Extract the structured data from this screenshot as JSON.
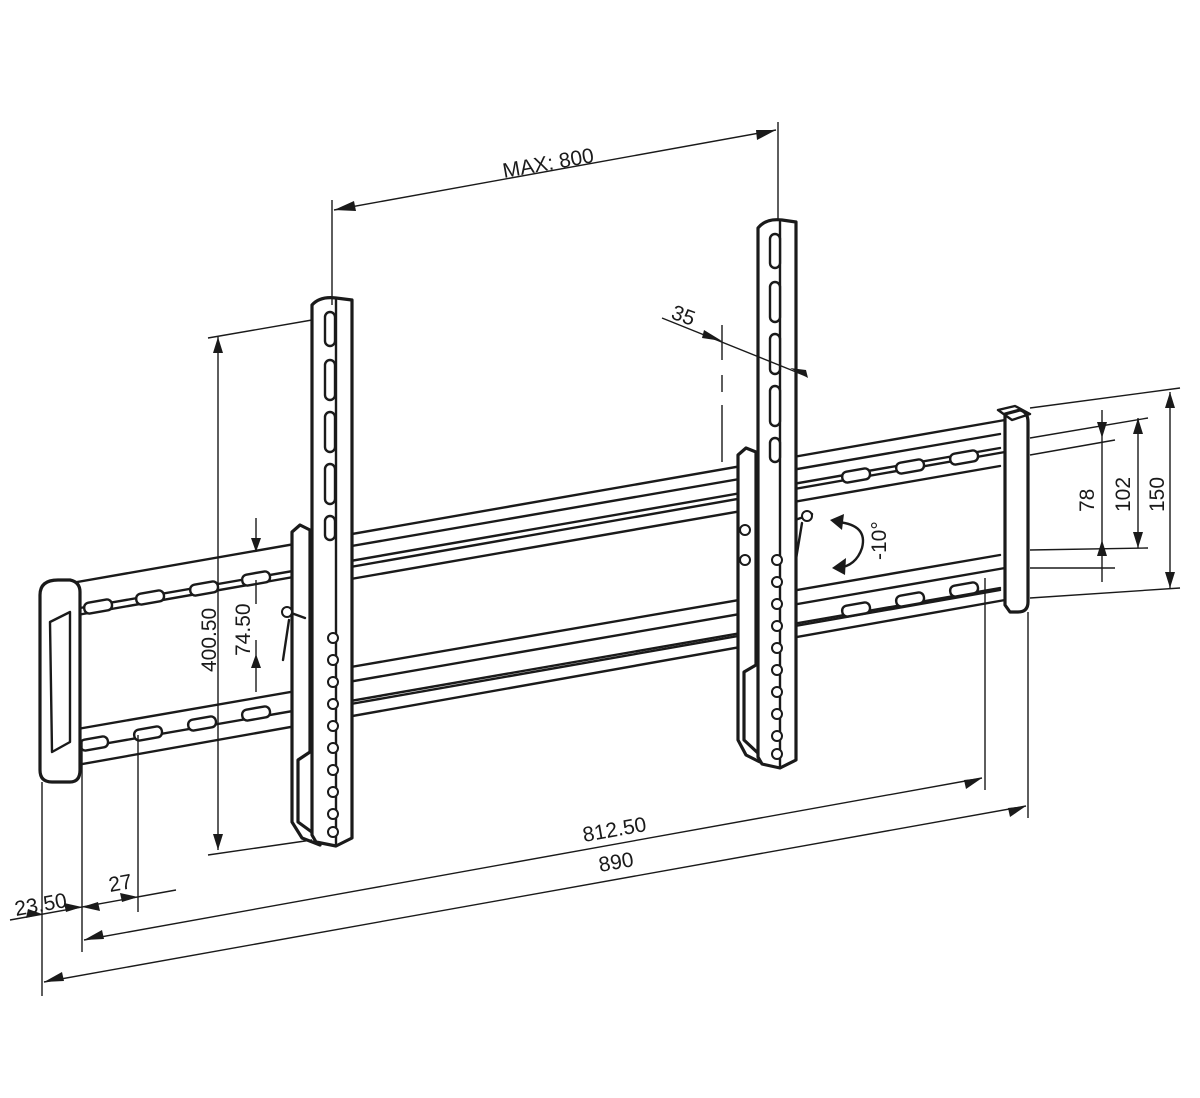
{
  "diagram": {
    "dimensions": {
      "max_spacing": "MAX: 800",
      "arm_width": "35",
      "rail_inner": "78",
      "rail_mid": "102",
      "rail_height": "150",
      "tilt": "-10°",
      "vertical_span": "400.50",
      "bar_gap": "74.50",
      "slot_span": "812.50",
      "overall_width": "890",
      "end_offset": "23.50",
      "slot_pitch": "27"
    },
    "colors": {
      "ink": "#1a1a1a",
      "paper": "#ffffff"
    }
  }
}
